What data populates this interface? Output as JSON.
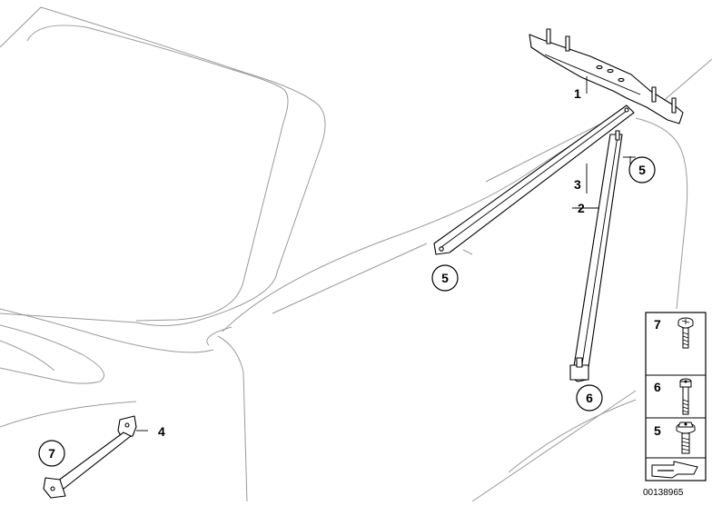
{
  "diagram": {
    "image_number": "00138965",
    "callouts": [
      {
        "id": "1",
        "label": "1"
      },
      {
        "id": "2",
        "label": "2"
      },
      {
        "id": "3",
        "label": "3"
      },
      {
        "id": "4",
        "label": "4"
      }
    ],
    "circled_callouts": [
      {
        "id": "5a",
        "label": "5"
      },
      {
        "id": "5b",
        "label": "5"
      },
      {
        "id": "6",
        "label": "6"
      },
      {
        "id": "7",
        "label": "7"
      }
    ],
    "legend": [
      {
        "label": "7",
        "part": "screw-round-head-icon"
      },
      {
        "label": "6",
        "part": "collar-bolt-icon"
      },
      {
        "label": "5",
        "part": "hex-flange-bolt-icon"
      }
    ],
    "legend_arrow": "direction-arrow-icon"
  }
}
